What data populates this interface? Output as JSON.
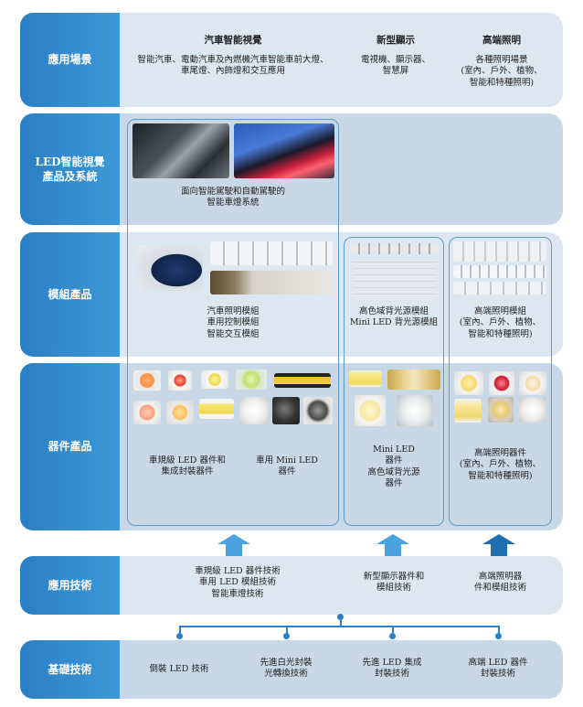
{
  "rows": {
    "application": "應用場景",
    "led_system": "LED智能視覺\n產品及系統",
    "module": "模組產品",
    "device": "器件產品",
    "app_tech": "應用技術",
    "base_tech": "基礎技術"
  },
  "columns": {
    "auto": "汽車智能視覺",
    "display": "新型顯示",
    "lighting": "高端照明"
  },
  "scenarios": {
    "auto": "智能汽車、電動汽車及內燃機汽車智能車前大燈、\n車尾燈、內飾燈和交互應用",
    "display": "電視機、顯示器、\n智慧屏",
    "lighting": "各種照明場景\n(室內、戶外、植物、\n智能和特種照明)"
  },
  "system": {
    "auto": "面向智能駕駛和自動駕駛的\n智能車燈系統"
  },
  "modules": {
    "auto": "汽車照明模組\n車用控制模組\n智能交互模組",
    "display": "高色域背光源模組\nMini LED 背光源模組",
    "lighting": "高端照明模組\n(室內、戶外、植物、\n智能和特種照明)"
  },
  "devices": {
    "auto_left": "車規級 LED 器件和\n集成封裝器件",
    "auto_right": "車用 Mini LED\n器件",
    "display": "Mini LED\n器件\n高色域背光源\n器件",
    "lighting": "高端照明器件\n(室內、戶外、植物、\n智能和特種照明)"
  },
  "app_tech": {
    "auto": "車規級 LED 器件技術\n車用 LED 模組技術\n智能車燈技術",
    "display": "新型顯示器件和\n模組技術",
    "lighting": "高端照明器\n件和模組技術"
  },
  "base_tech": {
    "items": [
      "倒裝 LED 技術",
      "先進白光封裝\n光轉換技術",
      "先進 LED 集成\n封裝技術",
      "高端 LED 器件\n封裝技術"
    ]
  },
  "colors": {
    "label_blue": "#2e86c8",
    "row_light": "#dde8f1",
    "row_mid": "#c9d9e8",
    "arrow_light": "#4aa3de",
    "arrow_dark": "#1f6fae"
  }
}
